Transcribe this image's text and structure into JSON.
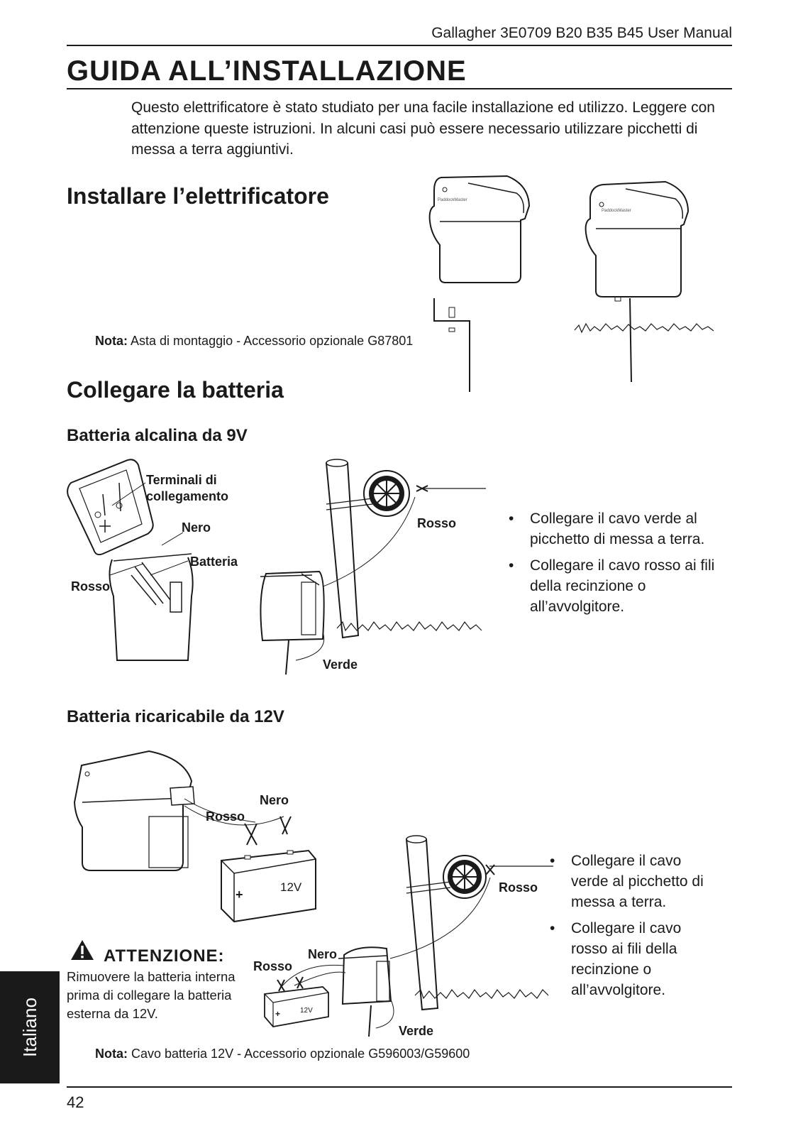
{
  "header": {
    "title": "Gallagher 3E0709 B20 B35 B45 User Manual"
  },
  "page": {
    "title": "GUIDA ALL’INSTALLAZIONE",
    "intro": "Questo elettrificatore è stato studiato per una facile installazione ed utilizzo. Leggere con attenzione queste istruzioni. In alcuni casi può essere necessario utilizzare picchetti di messa a terra aggiuntivi.",
    "number": "42"
  },
  "install": {
    "heading": "Installare l’elettrificatore",
    "note_label": "Nota:",
    "note_text": " Asta di montaggio - Accessorio opzionale G87801",
    "brand_text": "PaddockMaster"
  },
  "battery": {
    "heading": "Collegare la batteria",
    "alkaline": {
      "heading": "Batteria alcalina da 9V",
      "labels": {
        "terminals": "Terminali di collegamento",
        "nero": "Nero",
        "batteria": "Batteria",
        "rosso_left": "Rosso",
        "rosso_reel": "Rosso",
        "verde": "Verde"
      },
      "bullets": [
        "Collegare il cavo verde al picchetto di messa a terra.",
        "Collegare il cavo rosso ai fili della recinzione o all’avvolgitore."
      ]
    },
    "rechargeable": {
      "heading": "Batteria ricaricabile da 12V",
      "labels": {
        "nero_top": "Nero",
        "rosso_top": "Rosso",
        "rosso_reel": "Rosso",
        "rosso_bottom": "Rosso",
        "nero_bottom": "Nero",
        "verde": "Verde",
        "battery_plus": "+",
        "battery_voltage": "12V"
      },
      "bullets": [
        "Collegare il cavo verde al picchetto di messa a terra.",
        "Collegare il cavo rosso ai fili della recinzione o all’avvolgitore."
      ],
      "warning": {
        "icon": "warning-triangle-icon",
        "title": "ATTENZIONE:",
        "text": "Rimuovere la batteria interna prima di collegare la batteria esterna da 12V."
      },
      "note_label": "Nota:",
      "note_text": " Cavo batteria 12V - Accessorio opzionale G596003/G59600"
    }
  },
  "side_tab": {
    "label": "Italiano"
  }
}
